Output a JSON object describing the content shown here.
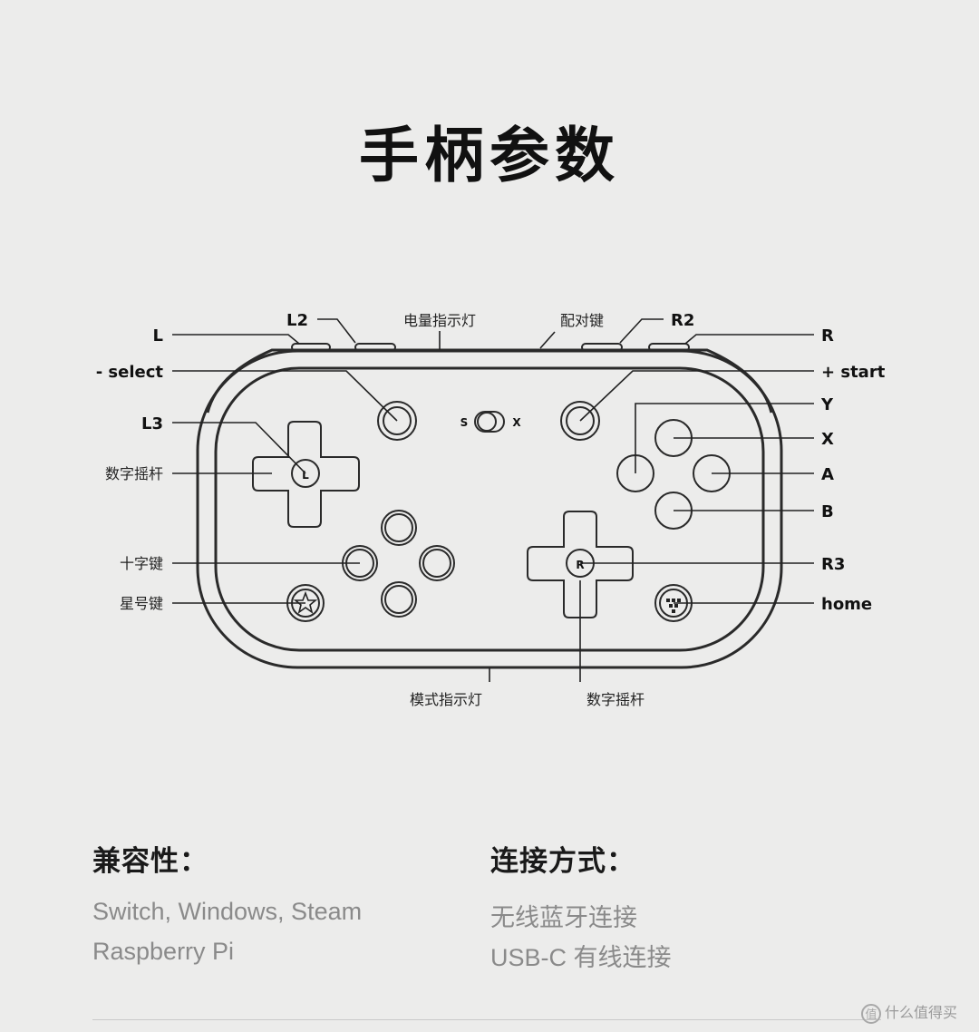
{
  "title": "手柄参数",
  "labels": {
    "L": "L",
    "L2": "L2",
    "battery_led": "电量指示灯",
    "pair_key": "配对键",
    "R2": "R2",
    "R": "R",
    "select": "- select",
    "start": "+ start",
    "Y": "Y",
    "X": "X",
    "A": "A",
    "B": "B",
    "L3": "L3",
    "left_stick": "数字摇杆",
    "dpad": "十字键",
    "star_key": "星号键",
    "R3": "R3",
    "home": "home",
    "mode_led": "模式指示灯",
    "right_stick": "数字摇杆",
    "switch_s": "S",
    "switch_x": "X",
    "stick_l": "L",
    "stick_r": "R"
  },
  "compat": {
    "heading": "兼容性：",
    "line1": "Switch, Windows, Steam",
    "line2": "Raspberry Pi"
  },
  "connect": {
    "heading": "连接方式：",
    "line1": "无线蓝牙连接",
    "line2": "USB-C 有线连接"
  },
  "watermark": {
    "logo": "值",
    "text": "什么值得买"
  }
}
